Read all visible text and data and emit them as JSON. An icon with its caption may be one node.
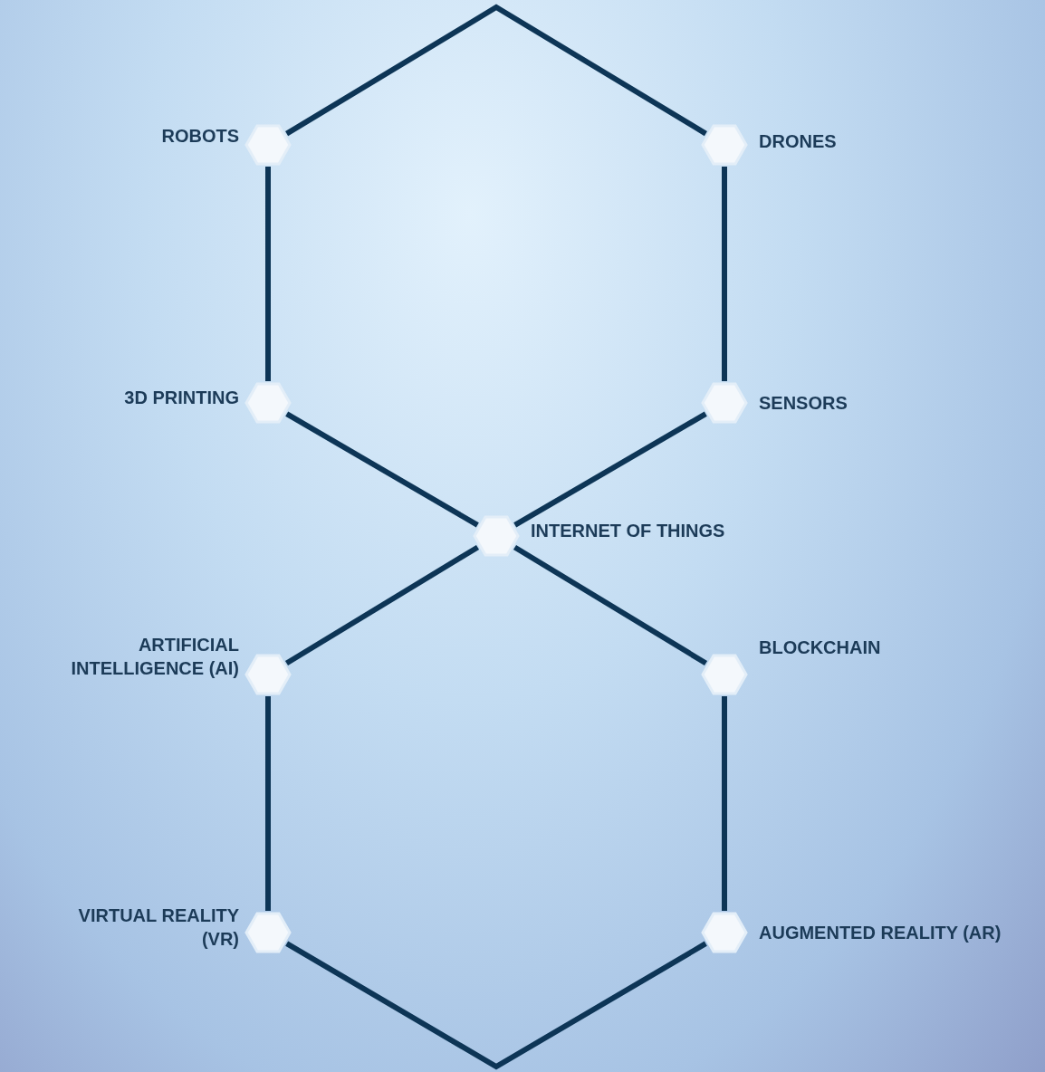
{
  "diagram": {
    "nodes": [
      {
        "text": [
          "ROBOTS"
        ]
      },
      {
        "text": [
          "DRONES"
        ]
      },
      {
        "text": [
          "3D PRINTING"
        ]
      },
      {
        "text": [
          "SENSORS"
        ]
      },
      {
        "text": [
          "INTERNET OF THINGS"
        ]
      },
      {
        "text": [
          "ARTIFICIAL INTELLIGENCE (AI)"
        ]
      },
      {
        "text": [
          "BLOCKCHAIN"
        ]
      },
      {
        "text": [
          "VIRTUAL REALITY (VR)"
        ]
      },
      {
        "text": [
          "AUGMENTED REALITY (AR)"
        ]
      }
    ],
    "edges": [
      {
        "from": 0,
        "to": 1,
        "arrow": "none"
      },
      {
        "from": 0,
        "to": 2,
        "arrow": "none"
      },
      {
        "from": 1,
        "to": 3,
        "arrow": "none"
      },
      {
        "from": 2,
        "to": 4,
        "arrow": "none"
      },
      {
        "from": 3,
        "to": 4,
        "arrow": "none"
      },
      {
        "from": 4,
        "to": 5,
        "arrow": "none"
      },
      {
        "from": 4,
        "to": 6,
        "arrow": "none"
      },
      {
        "from": 5,
        "to": 7,
        "arrow": "none"
      },
      {
        "from": 6,
        "to": 8,
        "arrow": "none"
      },
      {
        "from": 7,
        "to": 8,
        "arrow": "none"
      }
    ]
  }
}
